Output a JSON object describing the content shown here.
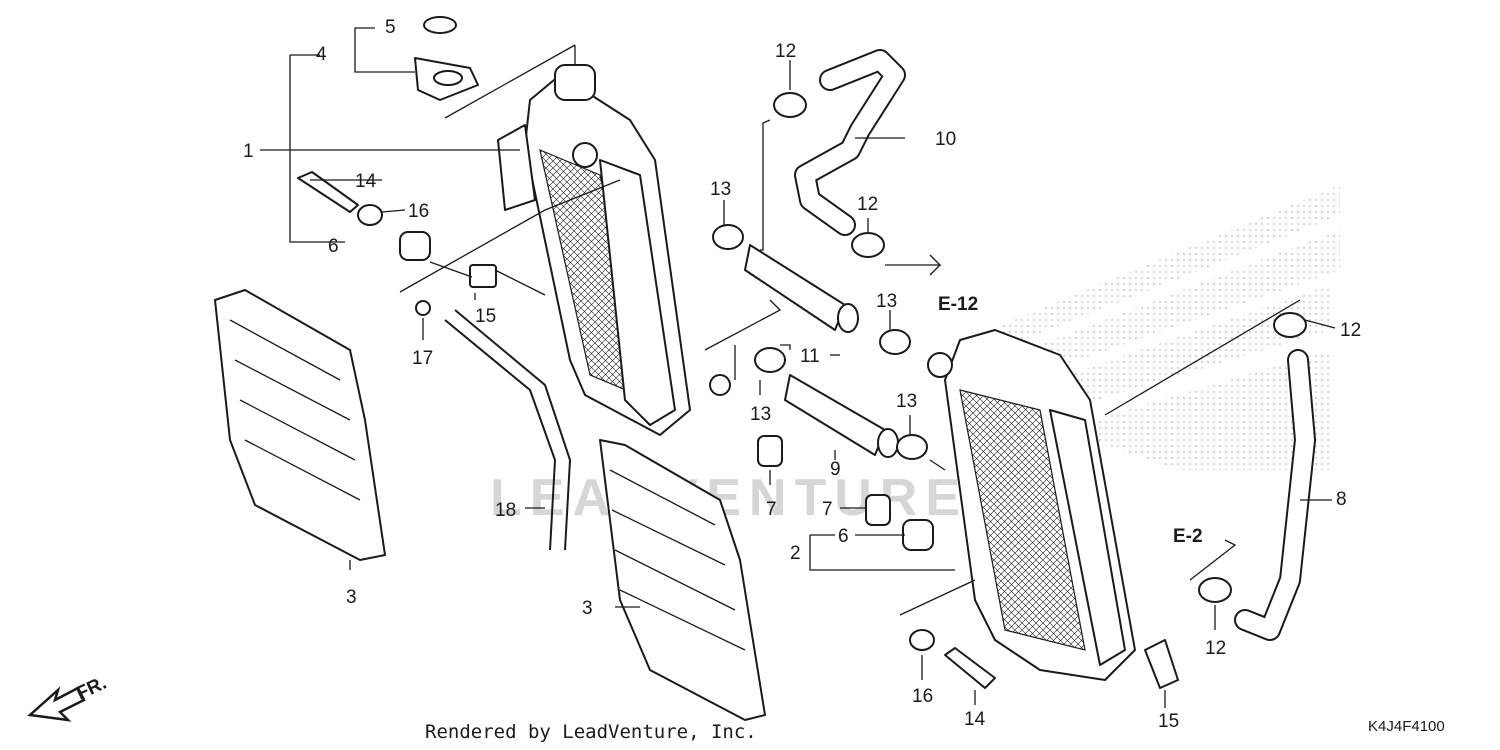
{
  "callouts": {
    "c1": "1",
    "c2": "2",
    "c3a": "3",
    "c3b": "3",
    "c4": "4",
    "c5": "5",
    "c6a": "6",
    "c6b": "6",
    "c7a": "7",
    "c7b": "7",
    "c8": "8",
    "c9": "9",
    "c10": "10",
    "c11": "11",
    "c12a": "12",
    "c12b": "12",
    "c12c": "12",
    "c12d": "12",
    "c13a": "13",
    "c13b": "13",
    "c13c": "13",
    "c13d": "13",
    "c14a": "14",
    "c14b": "14",
    "c15a": "15",
    "c15b": "15",
    "c16a": "16",
    "c16b": "16",
    "c17": "17",
    "c18": "18"
  },
  "refs": {
    "e12": "E-12",
    "e2": "E-2"
  },
  "direction": {
    "label": "FR."
  },
  "footer": {
    "credit": "Rendered by LeadVenture, Inc.",
    "diagram_code": "K4J4F4100"
  },
  "watermark": {
    "text": "LEADVENTURE"
  },
  "colors": {
    "ink": "#1a1a1a",
    "watermark": "#d6d6d6",
    "honda_wing_dots": "#c8c8c8"
  }
}
